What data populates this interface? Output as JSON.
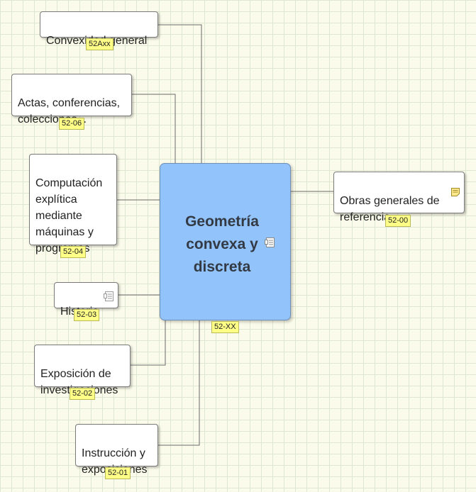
{
  "central": {
    "title": "Geometría convexa y discreta",
    "code": "52-XX",
    "icon": "notes-icon"
  },
  "topics": [
    {
      "id": "convexidad",
      "label": "Convexidad general",
      "code": "52Axx"
    },
    {
      "id": "actas",
      "label": "Actas, conferencias,\ncolecciones...",
      "code": "52-06"
    },
    {
      "id": "computacion",
      "label": "Computación\nexplítica\nmediante\nmáquinas y\nprogramas",
      "code": "52-04"
    },
    {
      "id": "historia",
      "label": "Historia",
      "code": "52-03",
      "icon": "notes-icon"
    },
    {
      "id": "exposicion",
      "label": "Exposición de\ninvestigaciones",
      "code": "52-02"
    },
    {
      "id": "instruccion",
      "label": "Instrucción y\nexposiciones",
      "code": "52-01"
    },
    {
      "id": "obras",
      "label": "Obras generales de\nreferencia",
      "code": "52-00",
      "icon": "note-icon"
    }
  ],
  "colors": {
    "background": "#fbfbeb",
    "grid": "#dfe6cf",
    "central_fill": "#92c3fb",
    "tag_fill": "#ffff88",
    "connector": "#6b6b6b"
  }
}
